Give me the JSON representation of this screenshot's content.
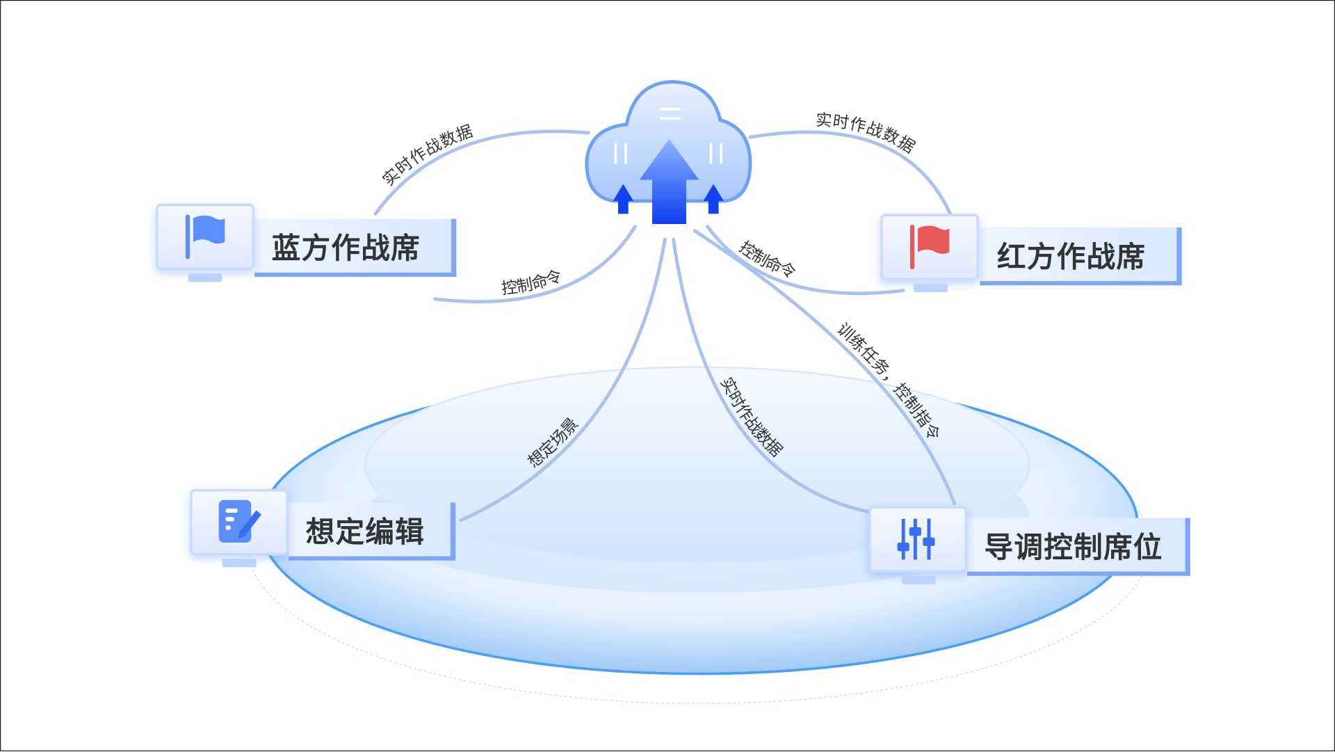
{
  "nodes": {
    "blue": {
      "label": "蓝方作战席",
      "icon": "flag-icon",
      "color": "#5b8ff7"
    },
    "red": {
      "label": "红方作战席",
      "icon": "flag-icon",
      "color": "#e85a5a"
    },
    "scenario": {
      "label": "想定编辑",
      "icon": "edit-document-icon",
      "color": "#5b8ff7"
    },
    "director": {
      "label": "导调控制席位",
      "icon": "sliders-icon",
      "color": "#3a6ef0"
    },
    "cloud": {
      "icon": "cloud-upload-icon",
      "color": "#1e5cff"
    }
  },
  "edges": [
    {
      "label": "实时作战数据"
    },
    {
      "label": "控制命令"
    },
    {
      "label": "实时作战数据"
    },
    {
      "label": "控制命令"
    },
    {
      "label": "想定场景"
    },
    {
      "label": "实时作战数据"
    },
    {
      "label": "训练任务，控制指令"
    }
  ]
}
